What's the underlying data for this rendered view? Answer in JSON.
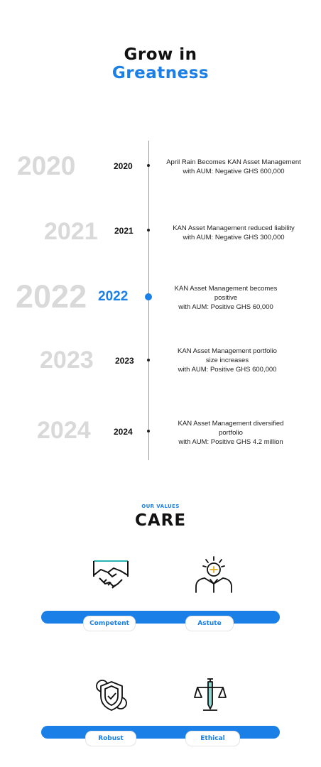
{
  "hero": {
    "line1": "Grow in",
    "line2": "Greatness"
  },
  "timeline": [
    {
      "ghost": "2020",
      "year": "2020",
      "lines": [
        "April Rain Becomes KAN Asset Management",
        "with AUM: Negative GHS 600,000"
      ]
    },
    {
      "ghost": "2021",
      "year": "2021",
      "lines": [
        "KAN Asset Management reduced liability",
        "with AUM: Negative GHS 300,000"
      ]
    },
    {
      "ghost": "2022",
      "year": "2022",
      "active": true,
      "lines": [
        "KAN Asset Management becomes",
        "positive",
        "with AUM: Positive GHS 60,000"
      ]
    },
    {
      "ghost": "2023",
      "year": "2023",
      "lines": [
        "KAN Asset Management portfolio",
        "size increases",
        "with AUM: Positive GHS 600,000"
      ]
    },
    {
      "ghost": "2024",
      "year": "2024",
      "lines": [
        "KAN Asset Management diversified",
        "portfolio",
        "with AUM: Positive GHS 4.2 million"
      ]
    }
  ],
  "values": {
    "kicker": "OUR VALUES",
    "title": "CARE",
    "items": [
      {
        "label": "Competent",
        "icon": "handshake-icon"
      },
      {
        "label": "Astute",
        "icon": "thinker-icon"
      },
      {
        "label": "Robust",
        "icon": "shield-gears-icon"
      },
      {
        "label": "Ethical",
        "icon": "justice-icon"
      }
    ]
  },
  "colors": {
    "accent": "#1a7fe6",
    "ghost": "#d9d9d9",
    "text": "#111111"
  }
}
